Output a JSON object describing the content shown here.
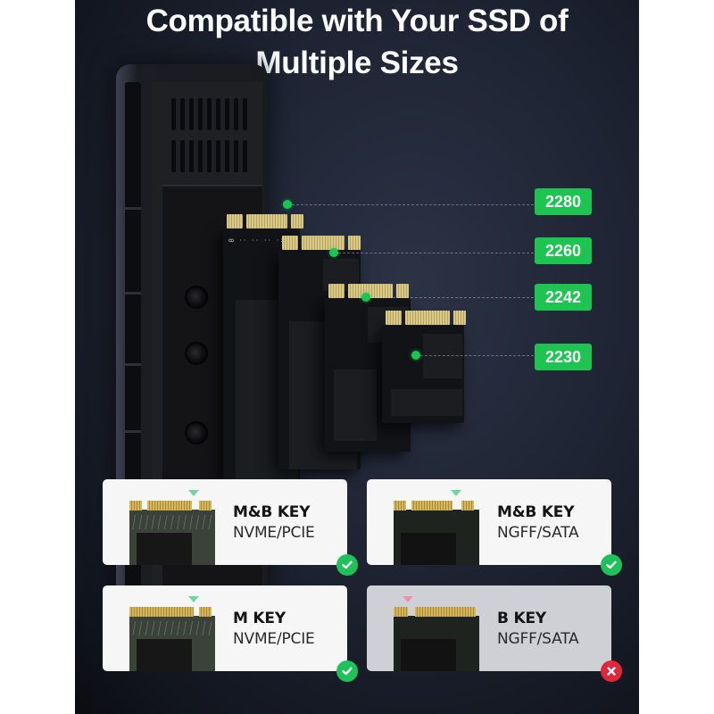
{
  "title": {
    "line1": "Compatible with Your SSD of",
    "line2": "Multiple Sizes"
  },
  "sizes": [
    {
      "label": "2280"
    },
    {
      "label": "2260"
    },
    {
      "label": "2242"
    },
    {
      "label": "2230"
    }
  ],
  "keys": [
    {
      "key": "M&B KEY",
      "protocol": "NVME/PCIE",
      "status": "supported",
      "status_icon": "check-icon"
    },
    {
      "key": "M&B KEY",
      "protocol": "NGFF/SATA",
      "status": "supported",
      "status_icon": "check-icon"
    },
    {
      "key": "M KEY",
      "protocol": "NVME/PCIE",
      "status": "supported",
      "status_icon": "check-icon"
    },
    {
      "key": "B KEY",
      "protocol": "NGFF/SATA",
      "status": "unsupported",
      "status_icon": "x-icon"
    }
  ],
  "colors": {
    "background": "#1e2433",
    "size_tag": "#1ec452",
    "supported": "#1fc25a",
    "unsupported": "#e0263d",
    "card": "#f6f6f7",
    "card_disabled": "#cfd0d5"
  }
}
